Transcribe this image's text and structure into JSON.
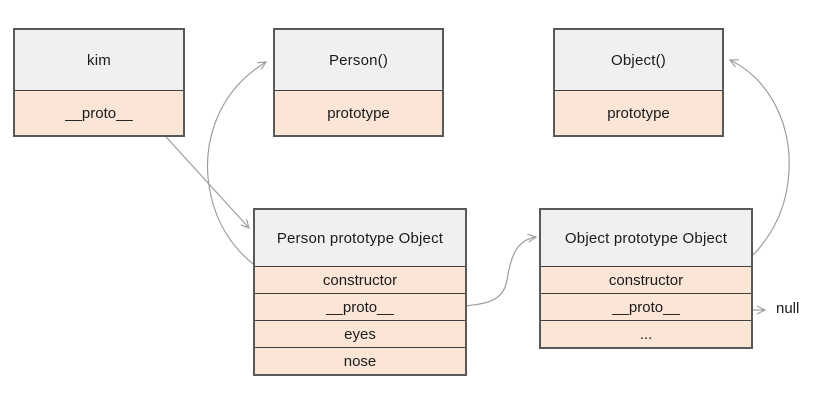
{
  "diagram": {
    "boxes": [
      {
        "id": "kim",
        "title": "kim",
        "rows": [
          "__proto__"
        ]
      },
      {
        "id": "person-function",
        "title": "Person()",
        "rows": [
          "prototype"
        ]
      },
      {
        "id": "object-function",
        "title": "Object()",
        "rows": [
          "prototype"
        ]
      },
      {
        "id": "person-prototype",
        "title": "Person prototype Object",
        "rows": [
          "constructor",
          "__proto__",
          "eyes",
          "nose"
        ]
      },
      {
        "id": "object-prototype",
        "title": "Object prototype Object",
        "rows": [
          "constructor",
          "__proto__",
          "..."
        ]
      }
    ],
    "terminal_label": "null",
    "arrows": [
      "kim __proto__ to Person prototype Object",
      "Person prototype constructor to Person()",
      "Person prototype __proto__ to Object prototype Object",
      "Object prototype constructor to Object()",
      "Object prototype __proto__ to null"
    ],
    "colors": {
      "bg": "#ffffff",
      "header_fill": "#f0f0f0",
      "row_fill": "#fbe5d6",
      "box_border": "#595959",
      "row_border": "#3f3f3f",
      "arrow": "#9e9e9e",
      "text": "#1a1a1a"
    }
  }
}
